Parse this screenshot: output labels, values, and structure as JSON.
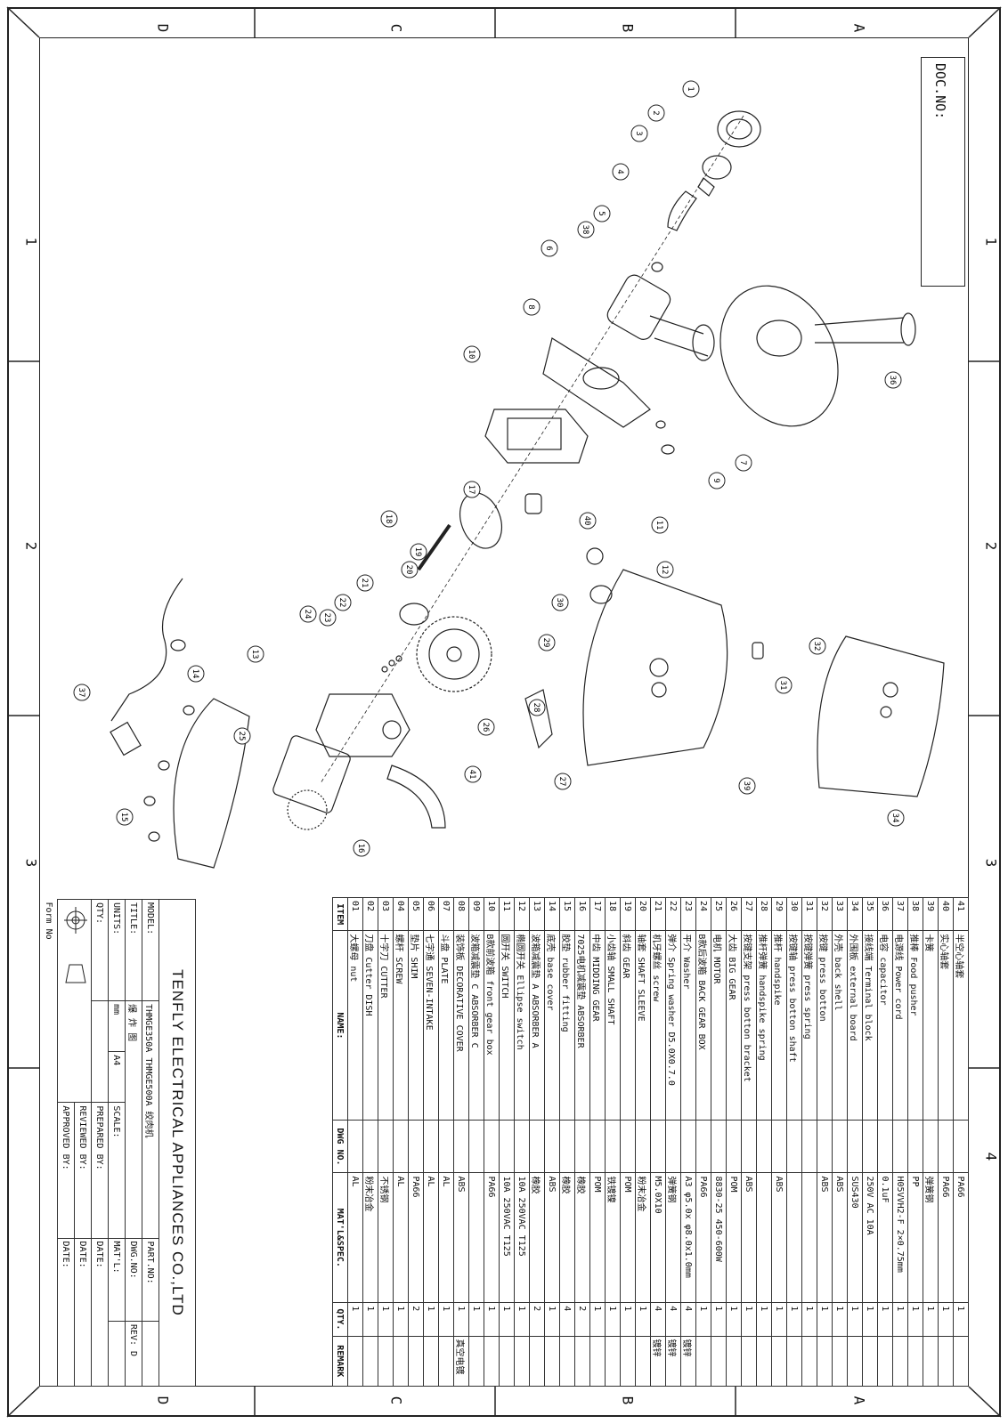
{
  "zones": {
    "letters": [
      "A",
      "B",
      "C",
      "D"
    ],
    "numbers": [
      "1",
      "2",
      "3",
      "4"
    ]
  },
  "doc_no_label": "DOC.NO:",
  "callouts": [
    "1",
    "2",
    "3",
    "4",
    "5",
    "38",
    "6",
    "8",
    "10",
    "17",
    "18",
    "19",
    "20",
    "21",
    "22",
    "23",
    "24",
    "13",
    "14",
    "37",
    "15",
    "16",
    "25",
    "26",
    "41",
    "27",
    "28",
    "29",
    "30",
    "40",
    "11",
    "12",
    "39",
    "31",
    "32",
    "34",
    "7",
    "9",
    "36"
  ],
  "bom": {
    "headers": {
      "item": "ITEM",
      "name": "NAME:",
      "dwg": "DWG NO.",
      "mat": "MAT'L&SPEC.",
      "qty": "QTY.",
      "remark": "REMARK"
    },
    "rows": [
      {
        "item": "41",
        "name": "半空心轴套",
        "mat": "PA66",
        "qty": "1",
        "remark": ""
      },
      {
        "item": "40",
        "name": "实心轴套",
        "mat": "PA66",
        "qty": "1",
        "remark": ""
      },
      {
        "item": "39",
        "name": "卡簧",
        "mat": "弹簧钢",
        "qty": "1",
        "remark": ""
      },
      {
        "item": "38",
        "name": "推棒 Food pusher",
        "mat": "PP",
        "qty": "1",
        "remark": ""
      },
      {
        "item": "37",
        "name": "电源线 Power cord",
        "mat": "H05VVH2-F 2×0.75mm",
        "qty": "1",
        "remark": ""
      },
      {
        "item": "36",
        "name": "电容 capacitor",
        "mat": "0.1uF",
        "qty": "1",
        "remark": ""
      },
      {
        "item": "35",
        "name": "接线端 Terminal block",
        "mat": "250V AC 10A",
        "qty": "1",
        "remark": ""
      },
      {
        "item": "34",
        "name": "外围板 external board",
        "mat": "SUS430",
        "qty": "1",
        "remark": ""
      },
      {
        "item": "33",
        "name": "外壳 back shell",
        "mat": "ABS",
        "qty": "1",
        "remark": ""
      },
      {
        "item": "32",
        "name": "按键 press botton",
        "mat": "ABS",
        "qty": "1",
        "remark": ""
      },
      {
        "item": "31",
        "name": "按键弹簧 press spring",
        "mat": "",
        "qty": "1",
        "remark": ""
      },
      {
        "item": "30",
        "name": "按键轴 press botton shaft",
        "mat": "",
        "qty": "1",
        "remark": ""
      },
      {
        "item": "29",
        "name": "推杆 handspike",
        "mat": "ABS",
        "qty": "1",
        "remark": ""
      },
      {
        "item": "28",
        "name": "推杆弹簧 handspike spring",
        "mat": "",
        "qty": "1",
        "remark": ""
      },
      {
        "item": "27",
        "name": "按键支架 press botton bracket",
        "mat": "ABS",
        "qty": "1",
        "remark": ""
      },
      {
        "item": "26",
        "name": "大齿 BIG GEAR",
        "mat": "POM",
        "qty": "1",
        "remark": ""
      },
      {
        "item": "25",
        "name": "电机 MOTOR",
        "mat": "8830-25 450-600W",
        "qty": "1",
        "remark": ""
      },
      {
        "item": "24",
        "name": "B款后波箱 BACK GEAR BOX",
        "mat": "PA66",
        "qty": "1",
        "remark": ""
      },
      {
        "item": "23",
        "name": "平介 Washer",
        "mat": "A3 φ5.0x φ8.0x1.0mm",
        "qty": "4",
        "remark": "镀锌"
      },
      {
        "item": "22",
        "name": "弹介 Spring washer D5.0X0.7.0",
        "mat": "弹簧钢",
        "qty": "4",
        "remark": "镀锌"
      },
      {
        "item": "21",
        "name": "机牙螺丝 screw",
        "mat": "M5.0X10",
        "qty": "4",
        "remark": "镀锌"
      },
      {
        "item": "20",
        "name": "轴套 SHAFT SLEEVE",
        "mat": "粉末冶金",
        "qty": "1",
        "remark": ""
      },
      {
        "item": "19",
        "name": "斜齿 GEAR",
        "mat": "POM",
        "qty": "1",
        "remark": ""
      },
      {
        "item": "18",
        "name": "小齿轴 SMALL SHAFT",
        "mat": "铁镀镍",
        "qty": "1",
        "remark": ""
      },
      {
        "item": "17",
        "name": "中齿 MIDDING GEAR",
        "mat": "POM",
        "qty": "1",
        "remark": ""
      },
      {
        "item": "16",
        "name": "7025电机减震垫 ABSORBER",
        "mat": "橡胶",
        "qty": "2",
        "remark": ""
      },
      {
        "item": "15",
        "name": "胶垫 rubber fitting",
        "mat": "橡胶",
        "qty": "4",
        "remark": ""
      },
      {
        "item": "14",
        "name": "底壳 base cover",
        "mat": "ABS",
        "qty": "1",
        "remark": ""
      },
      {
        "item": "13",
        "name": "波箱减震垫 A ABSORBER A",
        "mat": "橡胶",
        "qty": "2",
        "remark": ""
      },
      {
        "item": "12",
        "name": "椭圆开关 Ellipse switch",
        "mat": "10A 250VAC T125",
        "qty": "1",
        "remark": ""
      },
      {
        "item": "11",
        "name": "圆开关 SWITCH",
        "mat": "10A 250VAC T125",
        "qty": "1",
        "remark": ""
      },
      {
        "item": "10",
        "name": "B款前波箱 front gear box",
        "mat": "PA66",
        "qty": "1",
        "remark": ""
      },
      {
        "item": "09",
        "name": "波箱减震垫 C ABSORBER C",
        "mat": "",
        "qty": "1",
        "remark": ""
      },
      {
        "item": "08",
        "name": "装饰板 DECORATIVE COVER",
        "mat": "ABS",
        "qty": "1",
        "remark": "真空电镀"
      },
      {
        "item": "07",
        "name": "斗盘 PLATE",
        "mat": "AL",
        "qty": "1",
        "remark": ""
      },
      {
        "item": "06",
        "name": "七字通 SEVEN-INTAKE",
        "mat": "AL",
        "qty": "1",
        "remark": ""
      },
      {
        "item": "05",
        "name": "垫片 SHIM",
        "mat": "PA66",
        "qty": "2",
        "remark": ""
      },
      {
        "item": "04",
        "name": "螺杆 SCREW",
        "mat": "AL",
        "qty": "1",
        "remark": ""
      },
      {
        "item": "03",
        "name": "十字刀 CUTTER",
        "mat": "不锈钢",
        "qty": "1",
        "remark": ""
      },
      {
        "item": "02",
        "name": "刀盘 Cutter DISH",
        "mat": "粉末冶金",
        "qty": "1",
        "remark": ""
      },
      {
        "item": "01",
        "name": "大螺母 nut",
        "mat": "AL",
        "qty": "1",
        "remark": ""
      }
    ]
  },
  "title_block": {
    "company": "TENFLY ELECTRICAL APPLIANCES CO.,LTD",
    "model_label": "MODEL:",
    "model_value": "THMGE350A THMGE500A 绞肉机",
    "title_label": "TITLE:",
    "title_value": "爆 炸 图",
    "units_label": "UNITS:",
    "units_value": "mm",
    "size_value": "A4",
    "scale_label": "SCALE:",
    "qty_label": "QTY:",
    "part_no": "PART.NO:",
    "dwg_no": "DWG.NO:",
    "rev": "REV: D",
    "matl": "MAT'L:",
    "prepared": "PREPARED BY:",
    "reviewed": "REVIEWED BY:",
    "approved": "APPROVED BY:",
    "date": "DATE:",
    "form_no": "Form No"
  }
}
